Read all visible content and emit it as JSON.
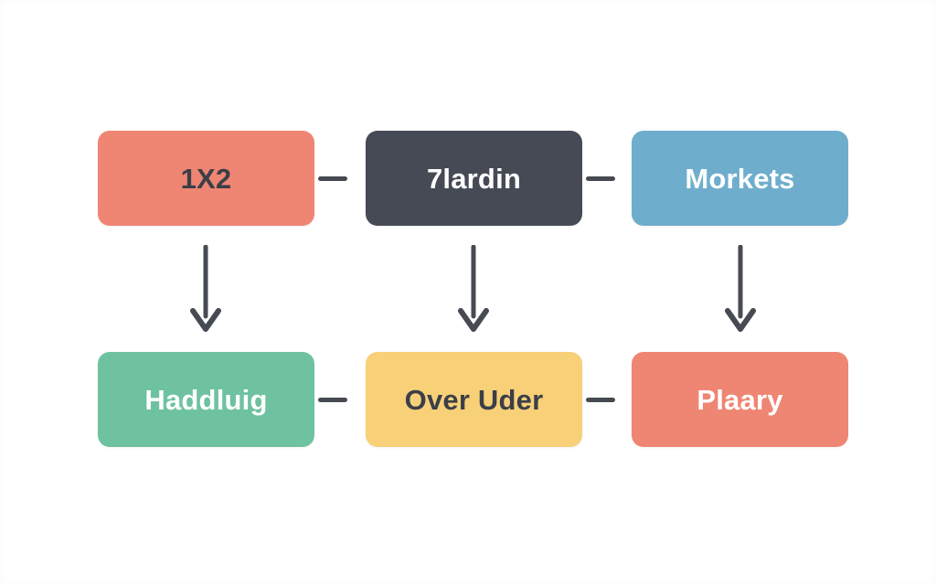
{
  "diagram": {
    "type": "flowchart",
    "background_color": "#ffffff",
    "connector_color": "#464a52",
    "rows": [
      {
        "nodes": [
          {
            "label": "1X2",
            "fill": "#ef8573",
            "text_color": "#3b3f47"
          },
          {
            "label": "7lardin",
            "fill": "#454a55",
            "text_color": "#ffffff"
          },
          {
            "label": "Morkets",
            "fill": "#6fadcc",
            "text_color": "#ffffff"
          }
        ]
      },
      {
        "nodes": [
          {
            "label": "Haddluig",
            "fill": "#6ec2a0",
            "text_color": "#ffffff"
          },
          {
            "label": "Over Uder",
            "fill": "#f8d078",
            "text_color": "#3b3f47"
          },
          {
            "label": "Plaary",
            "fill": "#ef8573",
            "text_color": "#ffffff"
          }
        ]
      }
    ],
    "horizontal_connectors": [
      {
        "name": "dash-top-left"
      },
      {
        "name": "dash-top-right"
      },
      {
        "name": "dash-bottom-left"
      },
      {
        "name": "dash-bottom-right"
      }
    ],
    "vertical_arrows": [
      {
        "name": "arrow-column-1",
        "direction": "down"
      },
      {
        "name": "arrow-column-2",
        "direction": "down"
      },
      {
        "name": "arrow-column-3",
        "direction": "down"
      }
    ]
  }
}
